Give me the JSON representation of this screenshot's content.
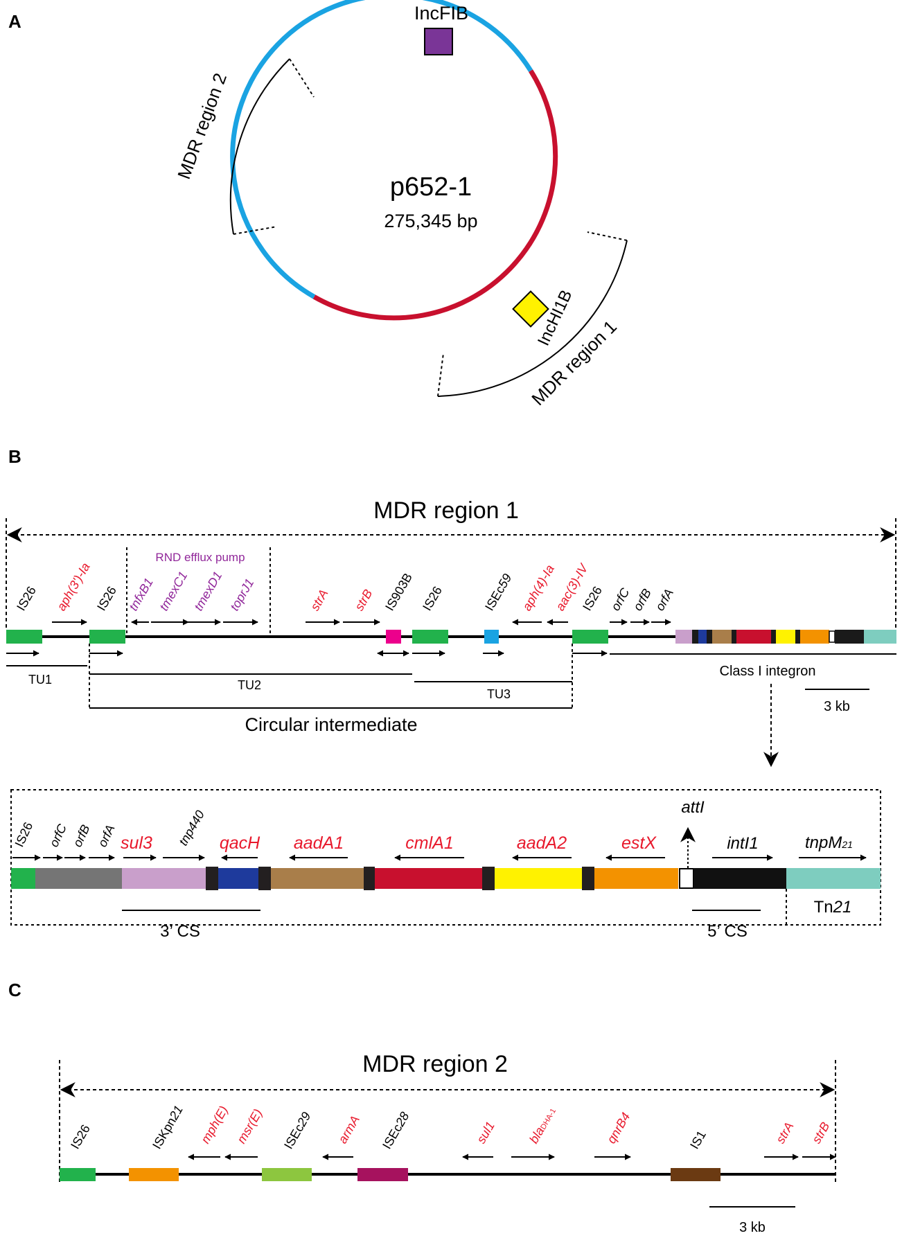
{
  "colors": {
    "blue_backbone": "#1aa3e2",
    "red_backbone": "#c8102e",
    "gene_red": "#e8192c",
    "rnd_purple": "#91279a",
    "is26_green": "#22b24c",
    "incfib_purple": "#7a3597",
    "inchi1b_yellow": "#fff200"
  },
  "panel_a": {
    "letter": "A",
    "plasmid_name": "p652-1",
    "plasmid_size": "275,345 bp",
    "replicon_top": "IncFIB",
    "replicon_right": "IncHI1B",
    "region1_label": "MDR region 1",
    "region2_label": "MDR region 2"
  },
  "panel_b": {
    "letter": "B",
    "title": "MDR region 1",
    "rnd_label": "RND efflux pump",
    "labels": {
      "is26_1": "IS26",
      "aph3": "aph(3')-Ia",
      "is26_2": "IS26",
      "tnfxb1": "tnfxB1",
      "tmexc1": "tmexC1",
      "tmexd1": "tmexD1",
      "toprj1": "toprJ1",
      "stra": "strA",
      "strb": "strB",
      "is903b": "IS903B",
      "is26_3": "IS26",
      "isec59_a": "ISEc",
      "isec59_b": "59",
      "aph4": "aph(4)-Ia",
      "aac3": "aac(3)-IV",
      "is26_4": "IS26",
      "orfc": "orfC",
      "orfb": "orfB",
      "orfa": "orfA"
    },
    "tu1": "TU1",
    "tu2": "TU2",
    "tu3": "TU3",
    "circular": "Circular intermediate",
    "class1": "Class I integron",
    "scale": "3 kb",
    "detail": {
      "is26": "IS26",
      "orfc": "orfC",
      "orfb": "orfB",
      "orfa": "orfA",
      "sul3": "sul3",
      "tnp440": "tnp440",
      "qach": "qacH",
      "aada1": "aadA1",
      "cmla1": "cmlA1",
      "aada2": "aadA2",
      "estx": "estX",
      "attl": "attI",
      "intl1": "intI1",
      "tnpm_a": "tnpM",
      "tnpm_b": "21",
      "tn21_a": "Tn",
      "tn21_b": "21",
      "cs3": "3’ CS",
      "cs5": "5’ CS"
    }
  },
  "panel_c": {
    "letter": "C",
    "title": "MDR region 2",
    "labels": {
      "is26": "IS26",
      "iskpn_a": "ISKpn",
      "iskpn_b": "21",
      "mph": "mph(E)",
      "msr": "msr(E)",
      "isec29_a": "ISEc",
      "isec29_b": "29",
      "arma": "armA",
      "isec28_a": "ISEc",
      "isec28_b": "28",
      "sul1": "sul1",
      "bla_a": "bla",
      "bla_b": "DHA-1",
      "qnrb4": "qnrB4",
      "is1": "IS1",
      "stra": "strA",
      "strb": "strB"
    },
    "scale": "3 kb"
  }
}
